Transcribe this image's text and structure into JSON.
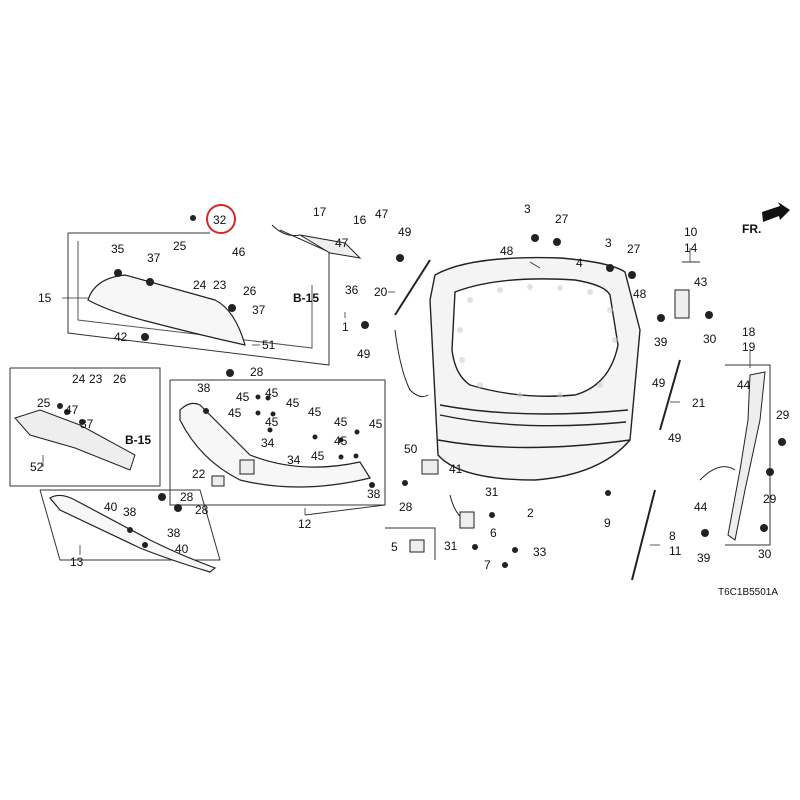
{
  "diagram": {
    "code": "T6C1B5501A",
    "front_arrow_label": "FR.",
    "highlight_color": "#d62828",
    "ref_labels": [
      "B-15",
      "B-15"
    ],
    "callouts": {
      "c32": "32",
      "c17": "17",
      "c16": "16",
      "c47a": "47",
      "c47b": "47",
      "c47c": "47",
      "c49a": "49",
      "c49b": "49",
      "c49c": "49",
      "c49d": "49",
      "c3a": "3",
      "c3b": "3",
      "c27a": "27",
      "c27b": "27",
      "c48a": "48",
      "c48b": "48",
      "c10": "10",
      "c14": "14",
      "c43": "43",
      "c4": "4",
      "c1": "1",
      "c2": "2",
      "c35": "35",
      "c37a": "37",
      "c37b": "37",
      "c37c": "37",
      "c25a": "25",
      "c25b": "25",
      "c46": "46",
      "c24a": "24",
      "c24b": "24",
      "c23a": "23",
      "c23b": "23",
      "c26a": "26",
      "c26b": "26",
      "c36": "36",
      "c15": "15",
      "c42": "42",
      "c51": "51",
      "c20": "20",
      "c39a": "39",
      "c39b": "39",
      "c30a": "30",
      "c30b": "30",
      "c18": "18",
      "c19": "19",
      "c44a": "44",
      "c44b": "44",
      "c29a": "29",
      "c29b": "29",
      "c21": "21",
      "c28a": "28",
      "c28b": "28",
      "c28c": "28",
      "c28d": "28",
      "c38a": "38",
      "c38b": "38",
      "c38c": "38",
      "c38d": "38",
      "c45a": "45",
      "c45b": "45",
      "c45c": "45",
      "c45d": "45",
      "c45e": "45",
      "c45f": "45",
      "c45g": "45",
      "c45h": "45",
      "c45i": "45",
      "c45j": "45",
      "c34a": "34",
      "c34b": "34",
      "c22": "22",
      "c12": "12",
      "c50": "50",
      "c41": "41",
      "c52": "52",
      "c40a": "40",
      "c40b": "40",
      "c13": "13",
      "c31a": "31",
      "c31b": "31",
      "c6": "6",
      "c5": "5",
      "c33": "33",
      "c7": "7",
      "c9": "9",
      "c8": "8",
      "c11": "11"
    }
  }
}
